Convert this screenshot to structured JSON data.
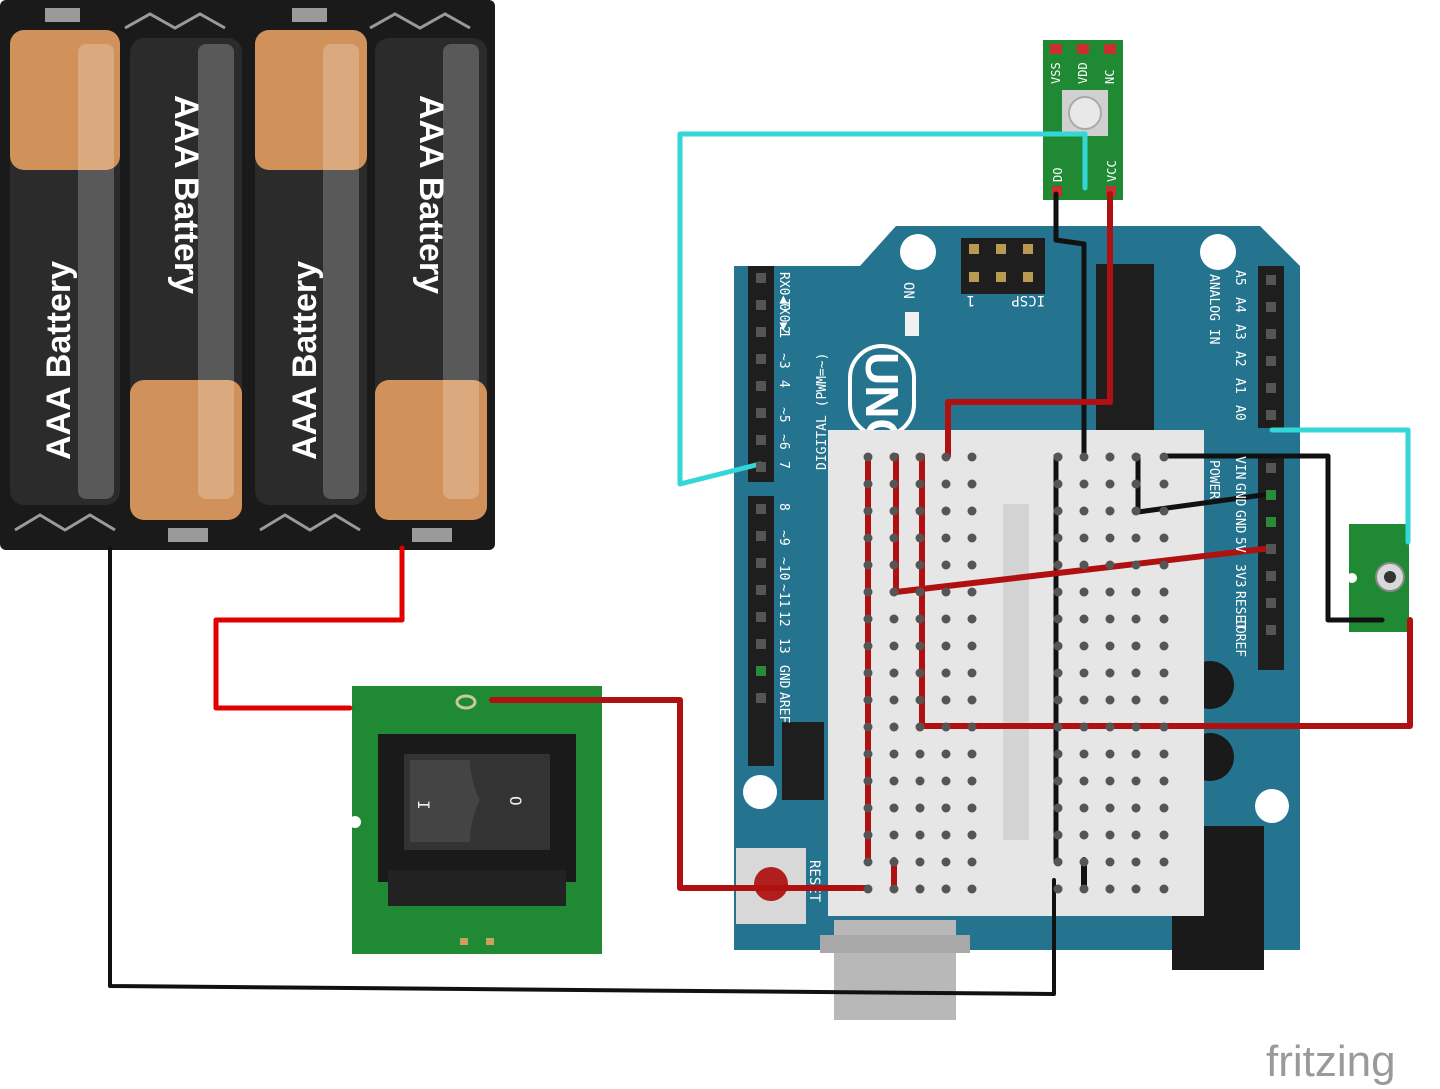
{
  "colors": {
    "battery_holder": "#1a1a1a",
    "battery_copper": "#d0925a",
    "battery_black": "#2b2b2b",
    "arduino_board": "#24748f",
    "breadboard": "#e6e6e6",
    "module_green": "#1f8a33",
    "wire_red": "#c81414",
    "wire_black": "#111111",
    "wire_cyan": "#34d6d6",
    "header_black": "#1e1e1e"
  },
  "battery_pack": {
    "cells": [
      {
        "label": "AAA Battery",
        "orientation": "up",
        "color": "copper"
      },
      {
        "label": "AAA Battery",
        "orientation": "down",
        "color": "black"
      },
      {
        "label": "AAA Battery",
        "orientation": "up",
        "color": "copper"
      },
      {
        "label": "AAA Battery",
        "orientation": "down",
        "color": "black"
      }
    ]
  },
  "rocker_switch": {
    "on_symbol": "I",
    "off_symbol": "O"
  },
  "arduino": {
    "board_label": "UNO",
    "on_label": "ON",
    "icsp_label": "ICSP",
    "icsp_pin1": "1",
    "reset_label": "RESET",
    "digital_label": "DIGITAL (PWM=~)",
    "analog_label": "ANALOG IN",
    "power_label": "POWER",
    "digital_pins": [
      "RX0◀0",
      "TX0▶1",
      "2",
      "~3",
      "4",
      "~5",
      "~6",
      "7",
      "8",
      "~9",
      "~10",
      "~11",
      "12",
      "13",
      "GND",
      "AREF"
    ],
    "analog_pins": [
      "A5",
      "A4",
      "A3",
      "A2",
      "A1",
      "A0"
    ],
    "power_pins": [
      "VIN",
      "GND",
      "GND",
      "5V",
      "3V3",
      "RESET",
      "IOREF"
    ]
  },
  "sensor_module": {
    "top_pins": [
      "VSS",
      "VDD",
      "NC"
    ],
    "bottom_pins": [
      "DO",
      "VCC"
    ]
  },
  "watermark": "fritzing"
}
